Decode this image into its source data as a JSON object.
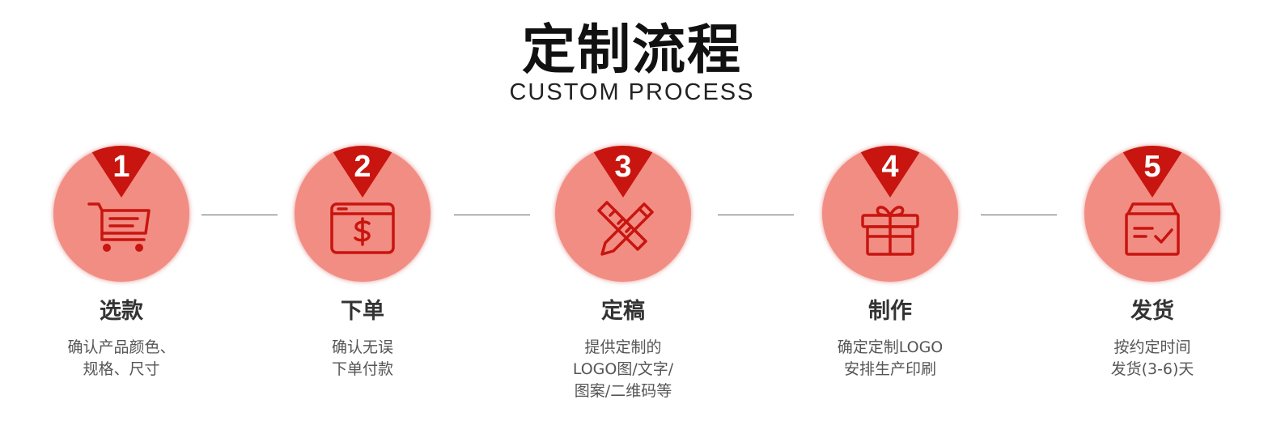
{
  "header": {
    "title": "定制流程",
    "subtitle": "CUSTOM PROCESS"
  },
  "colors": {
    "circle": "#f28d84",
    "triangle": "#c8150f",
    "icon": "#c8150f"
  },
  "steps": [
    {
      "number": "1",
      "title": "选款",
      "icon": "shopping-cart-icon",
      "lines": [
        "确认产品颜色、",
        "规格、尺寸"
      ]
    },
    {
      "number": "2",
      "title": "下单",
      "icon": "payment-dollar-icon",
      "lines": [
        "确认无误",
        "下单付款"
      ]
    },
    {
      "number": "3",
      "title": "定稿",
      "icon": "pencil-ruler-icon",
      "lines": [
        "提供定制的",
        "LOGO图/文字/",
        "图案/二维码等"
      ]
    },
    {
      "number": "4",
      "title": "制作",
      "icon": "gift-box-icon",
      "lines": [
        "确定定制LOGO",
        "安排生产印刷"
      ]
    },
    {
      "number": "5",
      "title": "发货",
      "icon": "delivery-box-icon",
      "lines": [
        "按约定时间",
        "发货(3-6)天"
      ]
    }
  ]
}
